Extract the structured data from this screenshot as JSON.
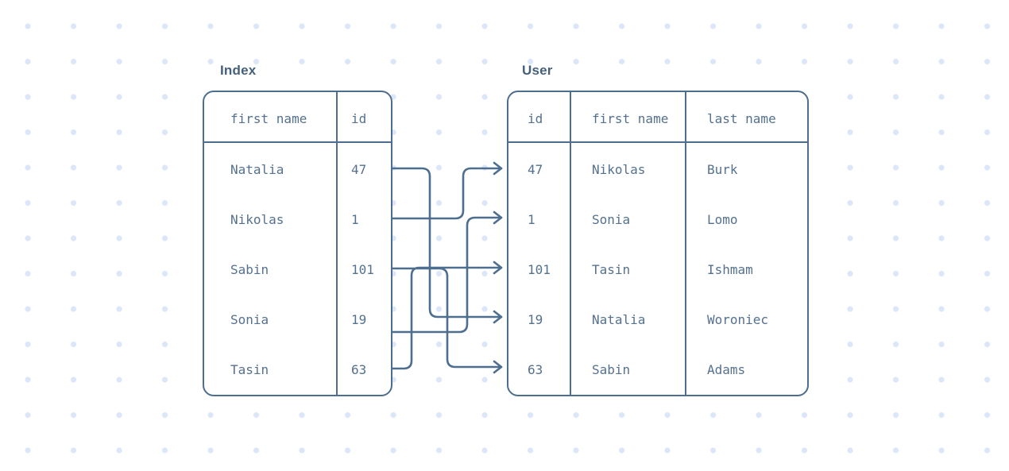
{
  "diagram": {
    "index_table": {
      "title": "Index",
      "headers": [
        "first name",
        "id"
      ],
      "rows": [
        [
          "Natalia",
          "47"
        ],
        [
          "Nikolas",
          "1"
        ],
        [
          "Sabin",
          "101"
        ],
        [
          "Sonia",
          "19"
        ],
        [
          "Tasin",
          "63"
        ]
      ]
    },
    "user_table": {
      "title": "User",
      "headers": [
        "id",
        "first name",
        "last name"
      ],
      "rows": [
        [
          "47",
          "Nikolas",
          "Burk"
        ],
        [
          "1",
          "Sonia",
          "Lomo"
        ],
        [
          "101",
          "Tasin",
          "Ishmam"
        ],
        [
          "19",
          "Natalia",
          "Woroniec"
        ],
        [
          "63",
          "Sabin",
          "Adams"
        ]
      ]
    },
    "links": [
      {
        "index_row": 0,
        "user_row": 3
      },
      {
        "index_row": 1,
        "user_row": 0
      },
      {
        "index_row": 2,
        "user_row": 4
      },
      {
        "index_row": 3,
        "user_row": 1
      },
      {
        "index_row": 4,
        "user_row": 2
      }
    ],
    "colors": {
      "line": "#4d6e8e",
      "mono_text": "#54718f",
      "title_text": "#45607b",
      "dot": "#dbe6f8",
      "background": "#ffffff"
    }
  }
}
